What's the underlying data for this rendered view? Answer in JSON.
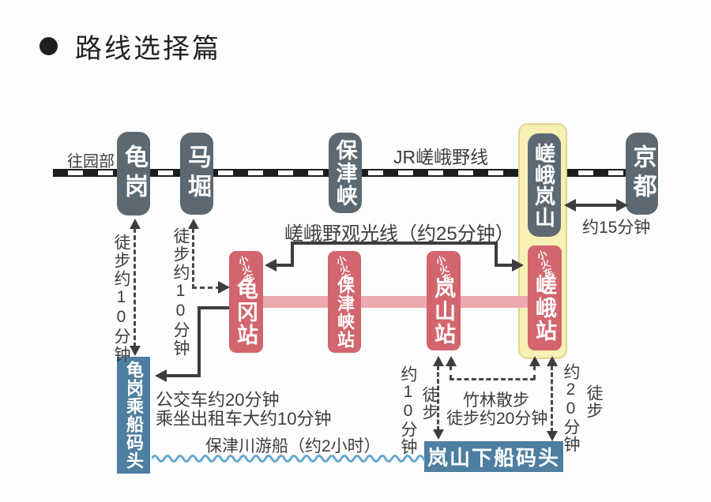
{
  "title": {
    "text": "路线选择篇"
  },
  "jr_line": {
    "direction_label": "往园部",
    "line_label": "JR嵯峨野线",
    "stations": [
      {
        "name": "龟岗"
      },
      {
        "name": "马堀"
      },
      {
        "name": "保津峡"
      },
      {
        "name": "嵯峨岚山"
      },
      {
        "name": "京都"
      }
    ],
    "kyoto_duration": "约15分钟"
  },
  "scenic_line": {
    "line_label": "嵯峨野观光线（约25分钟）",
    "train_tag": "小火车",
    "stations": [
      {
        "name": "龟冈站"
      },
      {
        "name": "保津峡站"
      },
      {
        "name": "岚山站"
      },
      {
        "name": "嵯峨站"
      }
    ]
  },
  "walks": {
    "kameoka_to_dock": "徒步约10分钟",
    "umahori_to_torokko": "徒步约10分钟",
    "arashiyama_duration": "约10分钟",
    "arashiyama_mode": "徒步",
    "bamboo_line1": "竹林散步",
    "bamboo_line2": "徒步约20分钟",
    "saga_duration": "约20分钟",
    "saga_mode": "徒步"
  },
  "road_transfer": {
    "bus": "公交车约20分钟",
    "taxi": "乘坐出租车大约10分钟"
  },
  "boat": {
    "cruise_label": "保津川游船（约2小时）",
    "dock_start": "龟岗乘船码头",
    "dock_end": "岚山下船码头"
  },
  "colors": {
    "jr_station": "#5c6872",
    "torokko_station": "#d2656d",
    "torokko_line": "#ecaab0",
    "highlight_box": "#f7f0b5",
    "dock": "#4e7ea0",
    "wave": "#63a8cd",
    "connector": "#3d3d3d"
  }
}
